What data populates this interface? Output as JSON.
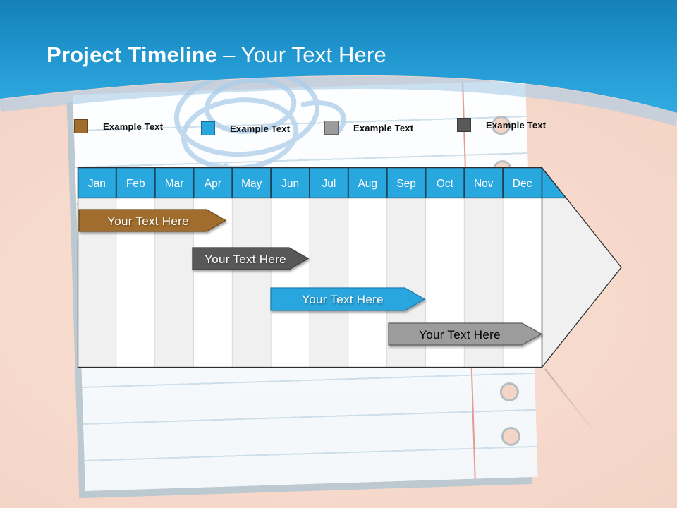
{
  "title": {
    "bold": "Project Timeline",
    "regular": "– Your Text Here"
  },
  "legend": {
    "items": [
      {
        "label": "Example Text",
        "color": "#A06D2D"
      },
      {
        "label": "Example Text",
        "color": "#29A6DE"
      },
      {
        "label": "Example Text",
        "color": "#9C9C9C"
      },
      {
        "label": "Example Text",
        "color": "#595959"
      }
    ]
  },
  "timeline": {
    "months": [
      "Jan",
      "Feb",
      "Mar",
      "Apr",
      "May",
      "Jun",
      "Jul",
      "Aug",
      "Sep",
      "Oct",
      "Nov",
      "Dec"
    ],
    "bars": [
      {
        "label": "Your Text Here",
        "color": "#A06D2D",
        "border": "#6F4B1E",
        "text_color": "#FFFFFF",
        "start_month": "Jan",
        "end_month": "Apr"
      },
      {
        "label": "Your Text Here",
        "color": "#595959",
        "border": "#3D3D3D",
        "text_color": "#FFFFFF",
        "start_month": "Apr",
        "end_month": "Jun"
      },
      {
        "label": "Your Text Here",
        "color": "#29A6DE",
        "border": "#1B7FB0",
        "text_color": "#FFFFFF",
        "start_month": "Jun",
        "end_month": "Sep"
      },
      {
        "label": "Your Text Here",
        "color": "#9C9C9C",
        "border": "#5E5E5E",
        "text_color": "#000000",
        "start_month": "Sep",
        "end_month": "Dec"
      }
    ]
  },
  "colors": {
    "header_blue": "#29A7DF",
    "header_separator": "#1C4356",
    "timeline_border": "#2E2E2E",
    "column_odd": "#F0F0F0",
    "column_even": "#FFFFFF",
    "column_separator": "#DBDBDB",
    "arrowhead_fill": "#F0F0F0",
    "top_gradient_start": "#1480B8",
    "top_gradient_end": "#31ABE3",
    "background_peach": "#F5D7C9",
    "paper_white": "#F7FAFC",
    "ruled_line": "#CEDFE9",
    "margin_line_red": "#E59A92",
    "month_text": "#FFFFFF"
  }
}
